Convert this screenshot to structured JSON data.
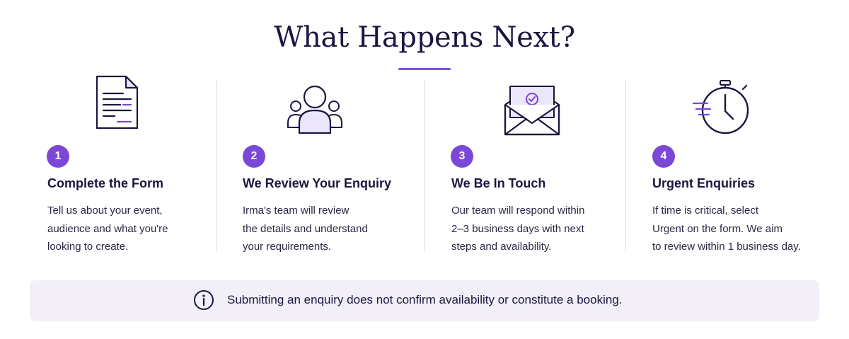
{
  "header": {
    "title": "What Happens Next?"
  },
  "colors": {
    "accent": "#7a47d6",
    "navy": "#1b1640",
    "notice_bg": "#f2eff9",
    "icon_fill": "#ece6fa"
  },
  "steps": [
    {
      "number": "1",
      "icon": "document-icon",
      "title": "Complete the Form",
      "description": [
        "Tell us about your event,",
        "audience and what you're",
        "looking to create."
      ]
    },
    {
      "number": "2",
      "icon": "team-icon",
      "title": "We Review Your Enquiry",
      "description": [
        "Irma's team will review",
        "the details and understand",
        "your requirements."
      ]
    },
    {
      "number": "3",
      "icon": "envelope-icon",
      "title": "We Be In Touch",
      "description": [
        "Our team will respond within",
        "2–3 business days with next",
        "steps and availability."
      ]
    },
    {
      "number": "4",
      "icon": "stopwatch-icon",
      "title": "Urgent Enquiries",
      "description": [
        "If time is critical, select",
        "Urgent on the form. We aim",
        "to review within 1 business day."
      ]
    }
  ],
  "notice": {
    "icon": "info-icon",
    "text": "Submitting an enquiry does not confirm availability or constitute a booking."
  }
}
